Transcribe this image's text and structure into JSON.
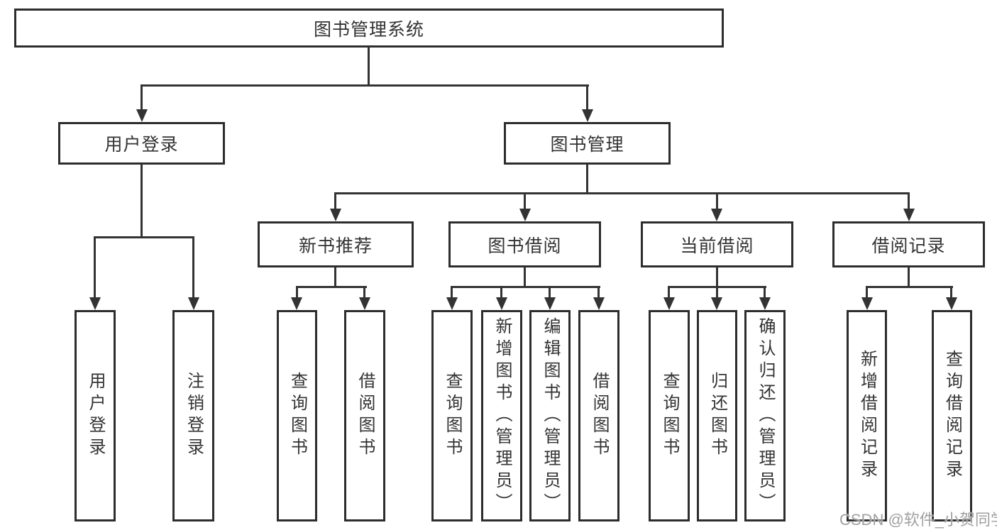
{
  "diagram": {
    "type": "tree",
    "title": "图书管理系统",
    "root": {
      "label": "图书管理系统",
      "children": [
        {
          "label": "用户登录",
          "children": [
            {
              "label": "用户登录"
            },
            {
              "label": "注销登录"
            }
          ]
        },
        {
          "label": "图书管理",
          "children": [
            {
              "label": "新书推荐",
              "children": [
                {
                  "label": "查询图书"
                },
                {
                  "label": "借阅图书"
                }
              ]
            },
            {
              "label": "图书借阅",
              "children": [
                {
                  "label": "查询图书"
                },
                {
                  "label": "新增图书（管理员）"
                },
                {
                  "label": "编辑图书（管理员）"
                },
                {
                  "label": "借阅图书"
                }
              ]
            },
            {
              "label": "当前借阅",
              "children": [
                {
                  "label": "查询图书"
                },
                {
                  "label": "归还图书"
                },
                {
                  "label": "确认归还（管理员）"
                }
              ]
            },
            {
              "label": "借阅记录",
              "children": [
                {
                  "label": "新增借阅记录"
                },
                {
                  "label": "查询借阅记录"
                }
              ]
            }
          ]
        }
      ]
    }
  },
  "watermark": {
    "text": "CSDN @软件_小贺同学",
    "color": "#a0a0a0"
  },
  "colors": {
    "line": "#333333",
    "box_border": "#2d2d2d",
    "text": "#333333",
    "background": "#ffffff"
  }
}
